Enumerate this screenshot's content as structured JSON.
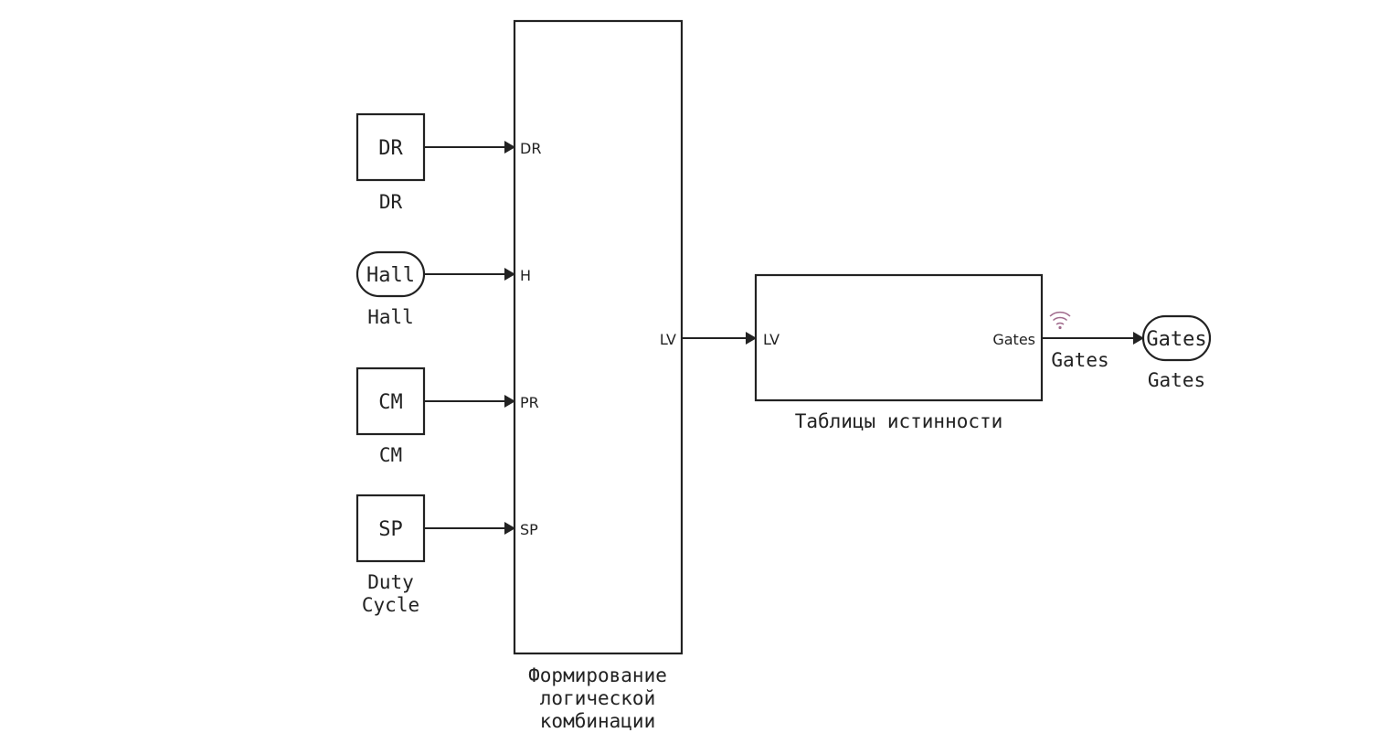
{
  "blocks": {
    "dr": {
      "inner": "DR",
      "caption": "DR"
    },
    "hall": {
      "inner": "Hall",
      "caption": "Hall"
    },
    "cm": {
      "inner": "CM",
      "caption": "CM"
    },
    "sp": {
      "inner": "SP",
      "caption_line1": "Duty",
      "caption_line2": "Cycle"
    },
    "logic": {
      "ports_in": [
        "DR",
        "H",
        "PR",
        "SP"
      ],
      "port_out": "LV",
      "caption_line1": "Формирование",
      "caption_line2": "логической",
      "caption_line3": "комбинации"
    },
    "truth": {
      "port_in": "LV",
      "port_out": "Gates",
      "caption": "Таблицы истинности"
    },
    "gates_out": {
      "inner": "Gates",
      "caption": "Gates"
    }
  },
  "signals": {
    "gates_label": "Gates"
  },
  "icons": {
    "signal_log": "wireless-signal-icon"
  },
  "colors": {
    "line": "#222222",
    "signal_icon": "#a06a8c"
  }
}
